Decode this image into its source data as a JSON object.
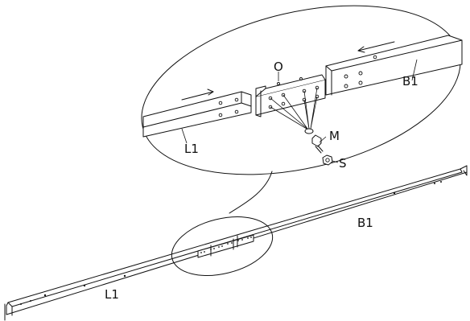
{
  "labels": {
    "detail_O": "O",
    "detail_B1": "B1",
    "detail_L1": "L1",
    "detail_M": "M",
    "detail_S": "S",
    "main_B1": "B1",
    "main_L1": "L1"
  },
  "colors": {
    "line": "#111111",
    "background": "#ffffff"
  }
}
